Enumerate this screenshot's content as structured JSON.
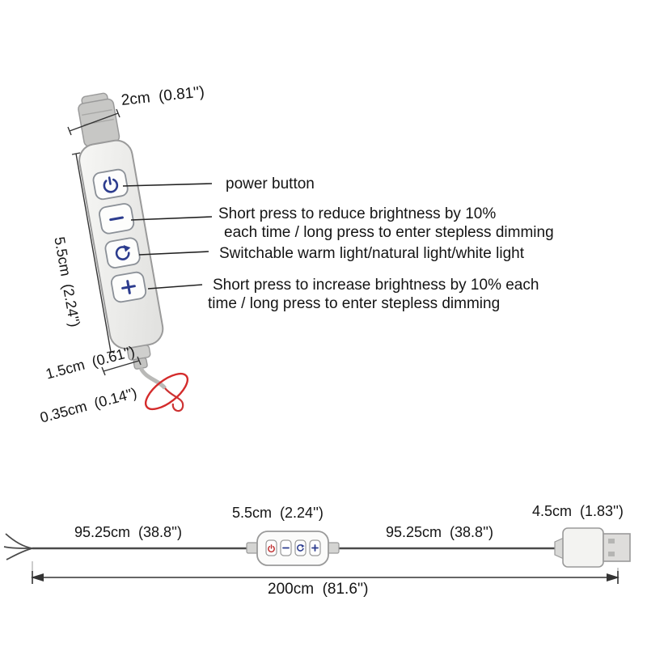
{
  "page": {
    "description": "USB dimmer controller product dimension diagram"
  },
  "controller": {
    "dims": {
      "connector_width": "2cm  (0.81'')",
      "body_length": "5.5cm  (2.24'')",
      "tail_width": "1.5cm  (0.61'')",
      "cable_diameter": "0.35cm  (0.14'')"
    },
    "annotations": {
      "power": "power button",
      "minus_line1": "Short press to reduce brightness by 10%",
      "minus_line2": "each time / long press to enter stepless dimming",
      "cycle": "Switchable warm light/natural light/white light",
      "plus_line1": "Short press to increase brightness by 10% each",
      "plus_line2": "time / long press to enter stepless dimming"
    },
    "icons": {
      "power": "power-icon",
      "minus": "minus-icon",
      "cycle": "cycle-arrow-icon",
      "plus": "plus-icon"
    }
  },
  "cable_diagram": {
    "left_segment": "95.25cm  (38.8'')",
    "controller_length": "5.5cm  (2.24'')",
    "right_segment": "95.25cm  (38.8'')",
    "usb_length": "4.5cm  (1.83'')",
    "total_length": "200cm  (81.6'')"
  },
  "colors": {
    "text": "#141414",
    "glyph_blue": "#2c3c8e",
    "glyph_red": "#c03030",
    "highlight_red": "#d42b2b",
    "device_fill": "#efefed",
    "device_stroke": "#9a9a9a",
    "line": "#333333"
  }
}
